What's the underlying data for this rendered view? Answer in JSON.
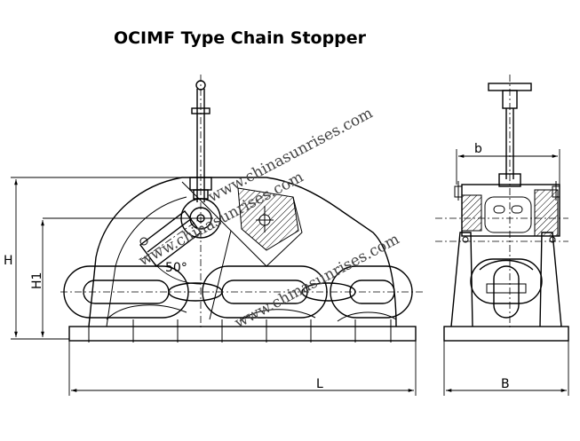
{
  "title": "OCIMF Type Chain Stopper",
  "dimensions": {
    "H": "H",
    "H1": "H1",
    "L": "L",
    "b": "b",
    "B": "B",
    "angle": "50°"
  },
  "watermarks": [
    "www.chinasunrises.com",
    "www.chinasunrises.com",
    "www.chinasunrises.com"
  ]
}
